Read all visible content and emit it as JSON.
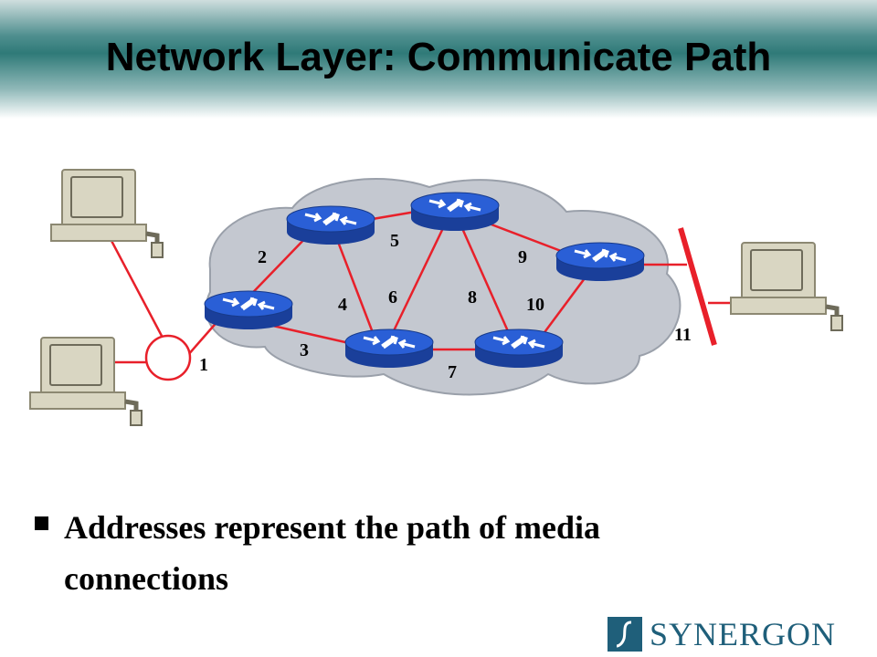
{
  "title": "Network Layer: Communicate Path",
  "bullet_text": "Addresses represent the path of media connections",
  "logo_text": "SYNERGON",
  "colors": {
    "link": "#e8202a",
    "router_top": "#2a5fd6",
    "router_bottom": "#1a3f9a",
    "cloud": "#c4c8d0",
    "terminal": "#d9d6c2",
    "logo": "#1f5f7a"
  },
  "diagram": {
    "link_labels": [
      "1",
      "2",
      "3",
      "4",
      "5",
      "6",
      "7",
      "8",
      "9",
      "10",
      "11"
    ],
    "routers": [
      "router-a",
      "router-b",
      "router-c",
      "router-d",
      "router-e",
      "router-f"
    ],
    "terminals": [
      "terminal-top-left",
      "terminal-bottom-left",
      "terminal-right"
    ]
  }
}
